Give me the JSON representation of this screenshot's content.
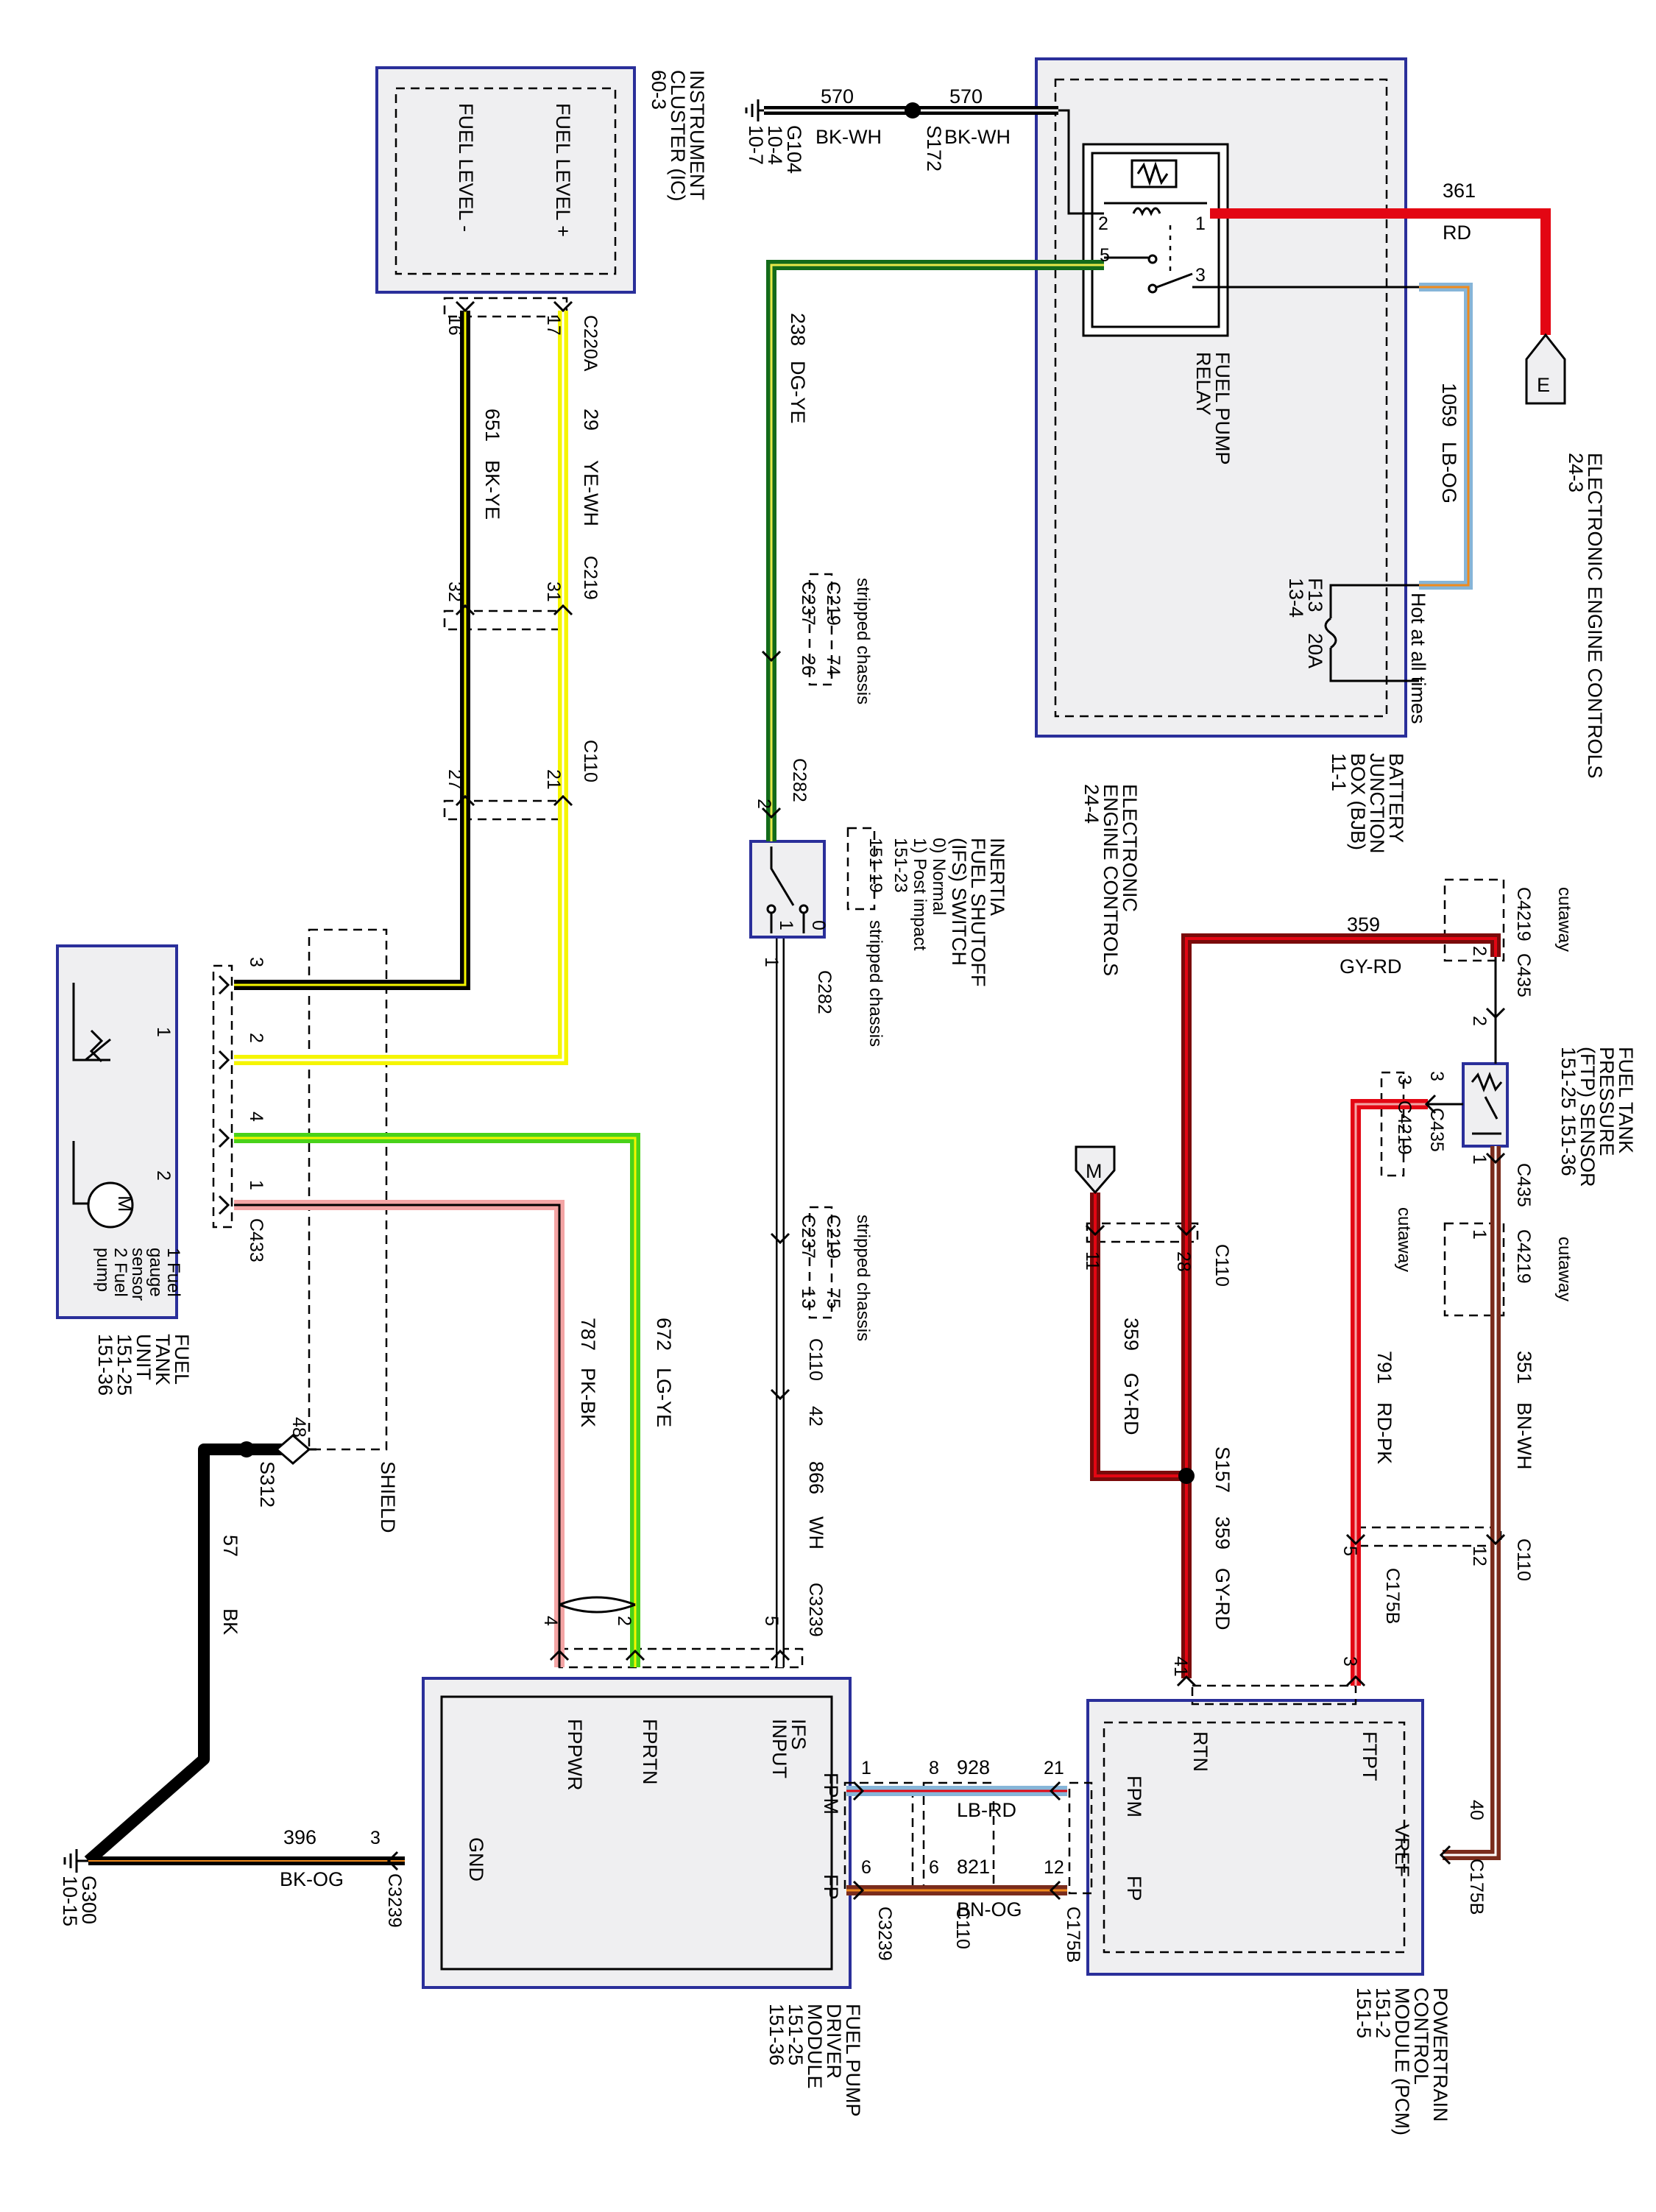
{
  "modules": {
    "instrument_cluster": {
      "name": "INSTRUMENT CLUSTER (IC)",
      "line1": "INSTRUMENT",
      "line2": "CLUSTER (IC)",
      "ref": "60-3",
      "pin_plus": "FUEL LEVEL +",
      "pin_minus": "FUEL LEVEL -"
    },
    "bjb": {
      "line1": "BATTERY",
      "line2": "JUNCTION",
      "line3": "BOX (BJB)",
      "ref": "11-1",
      "hot_label": "Hot at all times",
      "fuse_id": "F13",
      "fuse_ref": "13-4",
      "fuse_rating": "20A"
    },
    "relay": {
      "line1": "FUEL PUMP",
      "line2": "RELAY",
      "pin1": "1",
      "pin2": "2",
      "pin3": "3",
      "pin5": "5"
    },
    "eec_top": {
      "line1": "ELECTRONIC ENGINE CONTROLS",
      "ref": "24-3",
      "connector": "E"
    },
    "eec_mid": {
      "line1": "ELECTRONIC",
      "line2": "ENGINE CONTROLS",
      "ref": "24-4"
    },
    "ifs": {
      "line1": "INERTIA",
      "line2": "FUEL SHUTOFF",
      "line3": "(IFS) SWITCH",
      "line4": "0) Normal",
      "line5": "1) Post impact",
      "ref1": "151-23",
      "ref2": "151-19",
      "note": "stripped chassis",
      "pos0": "0",
      "pos1": "1"
    },
    "ftp": {
      "line1": "FUEL TANK",
      "line2": "PRESSURE",
      "line3": "(FTP) SENSOR",
      "ref": "151-25  151-36"
    },
    "fuel_tank": {
      "line1": "FUEL",
      "line2": "TANK",
      "line3": "UNIT",
      "ref1": "151-25",
      "ref2": "151-36",
      "legend1": "1 Fuel",
      "legend2": "gauge",
      "legend3": "sensor",
      "legend4": "2 Fuel",
      "legend5": "pump",
      "motor": "M",
      "pin1": "1",
      "pin2": "2"
    },
    "fpdm": {
      "line1": "FUEL PUMP",
      "line2": "DRIVER",
      "line3": "MODULE",
      "ref1": "151-25",
      "ref2": "151-36",
      "pin_ifs1": "IFS",
      "pin_ifs2": "INPUT",
      "pin_fprtn": "FPRTN",
      "pin_fppwr": "FPPWR",
      "pin_fpm": "FPM",
      "pin_fp": "FP",
      "pin_gnd": "GND"
    },
    "pcm": {
      "line1": "POWERTRAIN",
      "line2": "CONTROL",
      "line3": "MODULE (PCM)",
      "ref1": "151-2",
      "ref2": "151-5",
      "pin_rtn": "RTN",
      "pin_ftpt": "FTPT",
      "pin_vref": "VREF",
      "pin_fpm": "FPM",
      "pin_fp": "FP"
    },
    "m_connector": "M"
  },
  "grounds": {
    "g104": {
      "name": "G104",
      "ref1": "10-4",
      "ref2": "10-7"
    },
    "g300": {
      "name": "G300",
      "ref": "10-15"
    }
  },
  "splices": {
    "s172": "S172",
    "s157": "S157",
    "s312": "S312",
    "shield": "SHIELD",
    "shield_pin": "48"
  },
  "wires": {
    "w570a": {
      "circuit": "570",
      "color": "BK-WH"
    },
    "w570b": {
      "circuit": "570",
      "color": "BK-WH"
    },
    "w361": {
      "circuit": "361",
      "color": "RD"
    },
    "w1059": {
      "circuit": "1059",
      "color": "LB-OG"
    },
    "w238": {
      "circuit": "238",
      "color": "DG-YE"
    },
    "w29": {
      "circuit": "29",
      "color": "YE-WH"
    },
    "w651": {
      "circuit": "651",
      "color": "BK-YE"
    },
    "w866": {
      "circuit": "866",
      "color": "WH"
    },
    "w672": {
      "circuit": "672",
      "color": "LG-YE"
    },
    "w787": {
      "circuit": "787",
      "color": "PK-BK"
    },
    "w57": {
      "circuit": "57",
      "color": "BK"
    },
    "w396": {
      "circuit": "396",
      "color": "BK-OG"
    },
    "w928": {
      "circuit": "928",
      "color": "LB-RD"
    },
    "w821": {
      "circuit": "821",
      "color": "BN-OG"
    },
    "w359a": {
      "circuit": "359",
      "color": "GY-RD"
    },
    "w359b": {
      "circuit": "359",
      "color": "GY-RD"
    },
    "w359c": {
      "circuit": "359",
      "color": "GY-RD"
    },
    "w791": {
      "circuit": "791",
      "color": "RD-PK"
    },
    "w351": {
      "circuit": "351",
      "color": "BN-WH"
    }
  },
  "connectors": {
    "c220a": "C220A",
    "c219": "C219",
    "c110": "C110",
    "c237": "C237",
    "c282": "C282",
    "c219_74": "C219",
    "c219_75": "C219",
    "c433": "C433",
    "c3239": "C3239",
    "c4219": "C4219",
    "c435": "C435",
    "c175b": "C175B",
    "stripped": "stripped chassis",
    "cutaway": "cutaway"
  },
  "pins": {
    "p16": "16",
    "p17": "17",
    "p32": "32",
    "p31": "31",
    "p27": "27",
    "p21": "21",
    "p26": "26",
    "p74": "74",
    "p2": "2",
    "p1": "1",
    "p13": "13",
    "p75": "75",
    "p42": "42",
    "p5": "5",
    "p4": "4",
    "p3": "3",
    "p8": "8",
    "p6": "6",
    "p12": "12",
    "p41": "41",
    "p40": "40",
    "p28": "28",
    "p11": "11"
  },
  "colors": {
    "box_border": "#2a2f9a",
    "box_fill": "#efeff1",
    "bk": "#000000",
    "wh": "#ffffff",
    "rd": "#e30613",
    "ye": "#f5f500",
    "lg": "#49d219",
    "pk": "#f4a5a5",
    "gy": "#9aa0a6",
    "lb": "#86b5d8",
    "og": "#f08a1c",
    "bn": "#7a2c1c",
    "dg": "#136b1a"
  }
}
